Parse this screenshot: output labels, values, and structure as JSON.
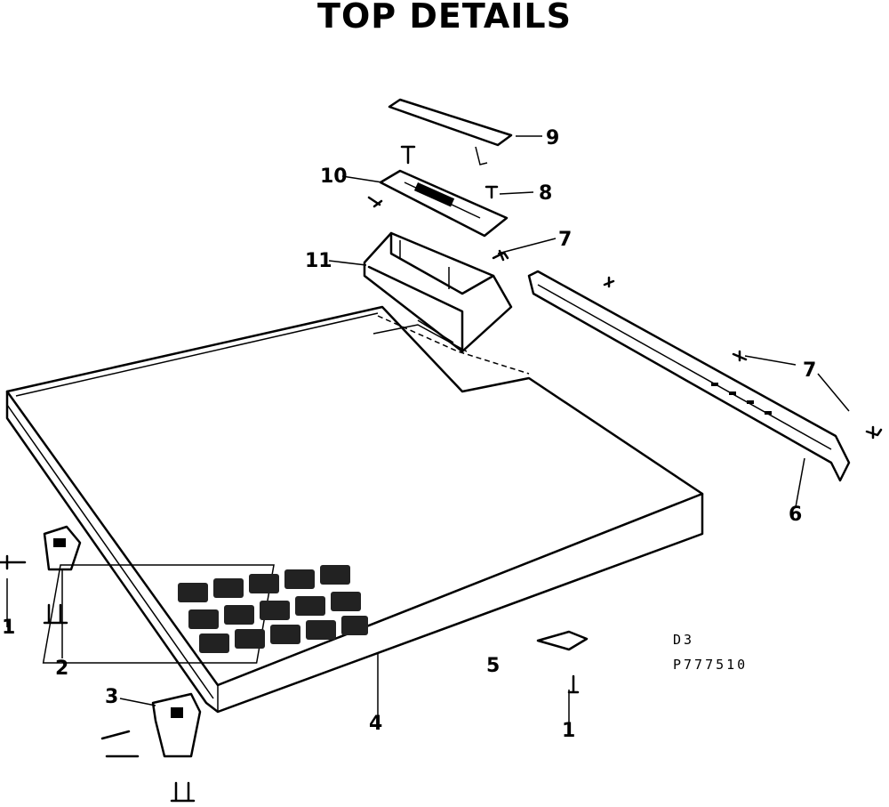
{
  "title": "TOP DETAILS",
  "callouts": {
    "c1a": "1",
    "c2": "2",
    "c3": "3",
    "c4": "4",
    "c5": "5",
    "c6": "6",
    "c7a": "7",
    "c7b": "7",
    "c8": "8",
    "c9": "9",
    "c10": "10",
    "c11": "11",
    "c1b": "1"
  },
  "page_code": {
    "line1": "D3",
    "line2": "P777510"
  }
}
